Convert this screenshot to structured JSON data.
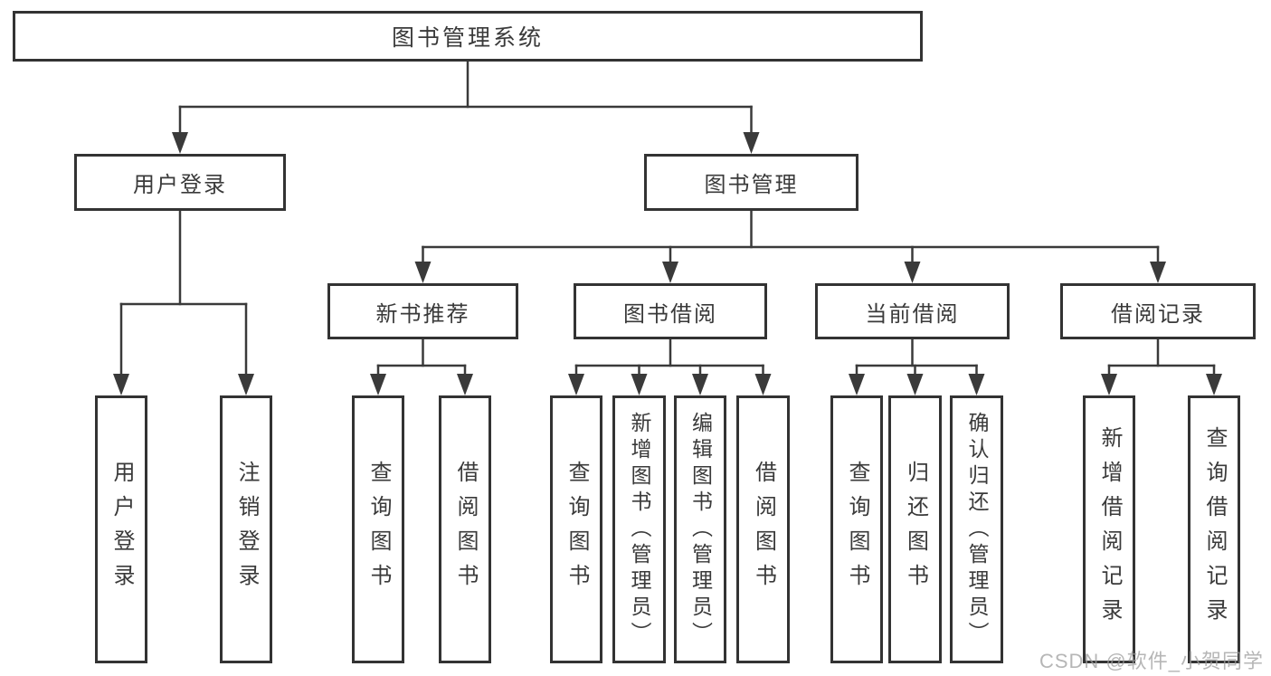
{
  "diagram": {
    "type": "hierarchy-tree",
    "colors": {
      "line": "#3a3a3a",
      "box_border": "#333333",
      "text": "#3a3a3a",
      "background": "#ffffff",
      "watermark": "#9e9e9e"
    },
    "nodes": [
      {
        "id": "root",
        "label": "图书管理系统",
        "parent": null
      },
      {
        "id": "user-login",
        "label": "用户登录",
        "parent": "root"
      },
      {
        "id": "book-mgmt",
        "label": "图书管理",
        "parent": "root"
      },
      {
        "id": "new-book",
        "label": "新书推荐",
        "parent": "book-mgmt"
      },
      {
        "id": "book-borrow",
        "label": "图书借阅",
        "parent": "book-mgmt"
      },
      {
        "id": "current-borrow",
        "label": "当前借阅",
        "parent": "book-mgmt"
      },
      {
        "id": "borrow-records",
        "label": "借阅记录",
        "parent": "book-mgmt"
      },
      {
        "id": "ul-login",
        "label": "用户登录",
        "parent": "user-login"
      },
      {
        "id": "ul-logout",
        "label": "注销登录",
        "parent": "user-login"
      },
      {
        "id": "nb-query",
        "label": "查询图书",
        "parent": "new-book"
      },
      {
        "id": "nb-borrow",
        "label": "借阅图书",
        "parent": "new-book"
      },
      {
        "id": "bb-query",
        "label": "查询图书",
        "parent": "book-borrow"
      },
      {
        "id": "bb-add",
        "label": "新增图书（管理员）",
        "parent": "book-borrow"
      },
      {
        "id": "bb-edit",
        "label": "编辑图书（管理员）",
        "parent": "book-borrow"
      },
      {
        "id": "bb-borrow",
        "label": "借阅图书",
        "parent": "book-borrow"
      },
      {
        "id": "cb-query",
        "label": "查询图书",
        "parent": "current-borrow"
      },
      {
        "id": "cb-return",
        "label": "归还图书",
        "parent": "current-borrow"
      },
      {
        "id": "cb-confirm",
        "label": "确认归还（管理员）",
        "parent": "current-borrow"
      },
      {
        "id": "br-add",
        "label": "新增借阅记录",
        "parent": "borrow-records"
      },
      {
        "id": "br-query",
        "label": "查询借阅记录",
        "parent": "borrow-records"
      }
    ]
  },
  "watermark": {
    "text": "CSDN @软件_小贺同学"
  }
}
